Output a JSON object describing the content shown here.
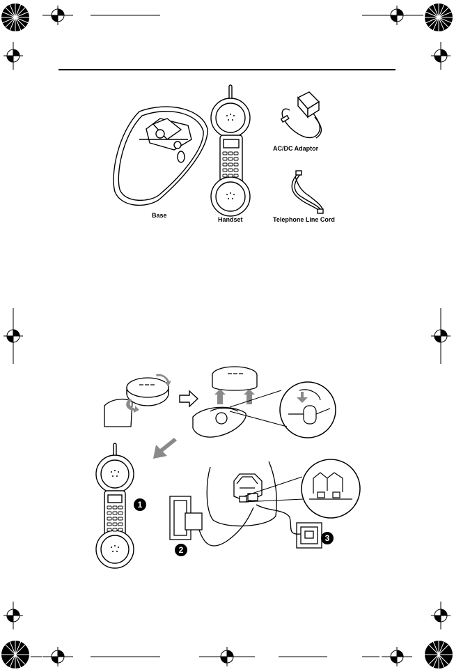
{
  "figure_contents": {
    "labels": {
      "base": "Base",
      "handset": "Handset",
      "adaptor": "AC/DC Adaptor",
      "line_cord": "Telephone Line Cord"
    }
  },
  "installation": {
    "steps": [
      "1",
      "2",
      "3"
    ]
  },
  "colors": {
    "ink": "#000000",
    "arrow_gray": "#8a8a8a"
  }
}
